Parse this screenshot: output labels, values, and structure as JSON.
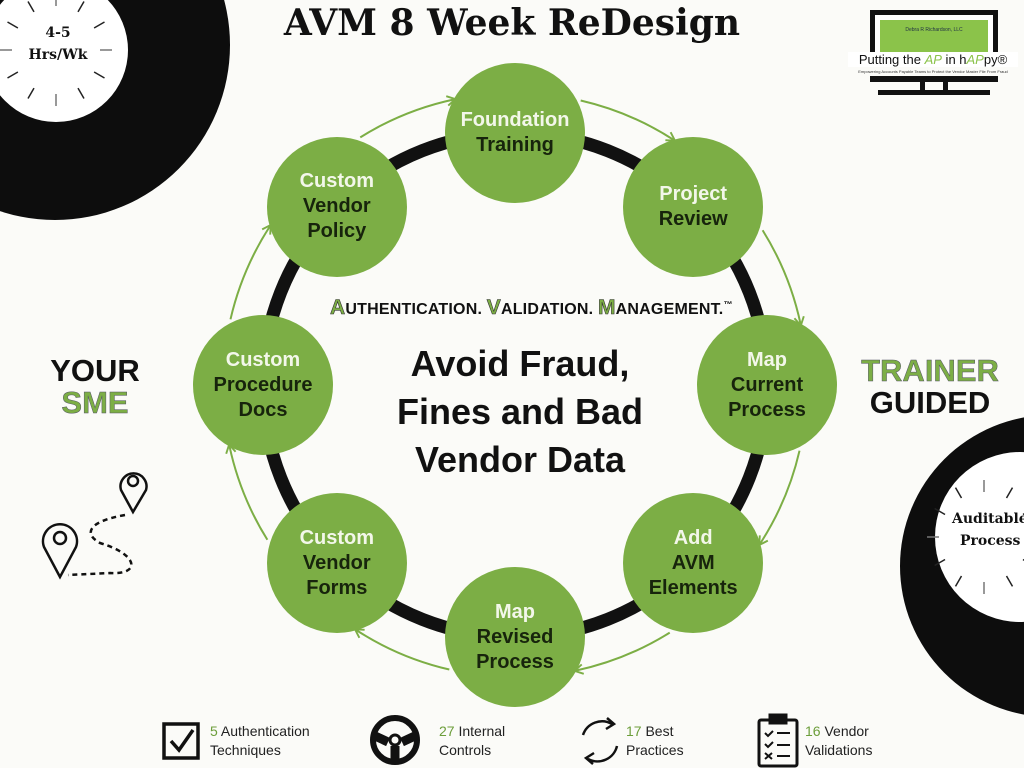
{
  "title": "AVM 8 Week ReDesign",
  "colors": {
    "accent_green": "#7cae45",
    "ring": "#111111",
    "background": "#fbfbf8"
  },
  "logo": {
    "company": "Debra R Richardson, LLC",
    "main_text": [
      "Putting the ",
      "AP",
      " in h",
      "AP",
      "py®"
    ],
    "subtitle": "Empowering Accounts Payable Teams to Protect the Vendor Master File From Fraud"
  },
  "clock_left": {
    "lines": [
      "4-5",
      "Hrs/Wk"
    ]
  },
  "clock_right": {
    "lines": [
      "Auditable",
      "Process"
    ]
  },
  "tagline": {
    "parts": [
      {
        "initial": "A",
        "rest": "UTHENTICATION. "
      },
      {
        "initial": "V",
        "rest": "ALIDATION. "
      },
      {
        "initial": "M",
        "rest": "ANAGEMENT."
      }
    ],
    "trademark": "™"
  },
  "center_text": [
    "Avoid Fraud,",
    "Fines and Bad",
    "Vendor Data"
  ],
  "left_label": {
    "line1": "YOUR",
    "line2": "SME",
    "icon": "map-route-pins-icon"
  },
  "right_label": {
    "line1": "TRAINER",
    "line2": "GUIDED"
  },
  "cycle": {
    "direction": "clockwise",
    "steps": [
      {
        "lines": [
          "Foundation",
          "Training"
        ]
      },
      {
        "lines": [
          "Project",
          "Review"
        ]
      },
      {
        "lines": [
          "Map",
          "Current",
          "Process"
        ]
      },
      {
        "lines": [
          "Add",
          "AVM",
          "Elements"
        ]
      },
      {
        "lines": [
          "Map",
          "Revised",
          "Process"
        ]
      },
      {
        "lines": [
          "Custom",
          "Vendor",
          "Forms"
        ]
      },
      {
        "lines": [
          "Custom",
          "Procedure",
          "Docs"
        ]
      },
      {
        "lines": [
          "Custom",
          "Vendor",
          "Policy"
        ]
      }
    ]
  },
  "stats": [
    {
      "number": "5",
      "label1": "Authentication",
      "label2": "Techniques",
      "icon": "checkbox-icon"
    },
    {
      "number": "27",
      "label1": "Internal",
      "label2": "Controls",
      "icon": "steering-wheel-icon"
    },
    {
      "number": "17",
      "label1": "Best",
      "label2": "Practices",
      "icon": "cycle-arrows-icon"
    },
    {
      "number": "16",
      "label1": "Vendor",
      "label2": "Validations",
      "icon": "clipboard-checklist-icon"
    }
  ]
}
